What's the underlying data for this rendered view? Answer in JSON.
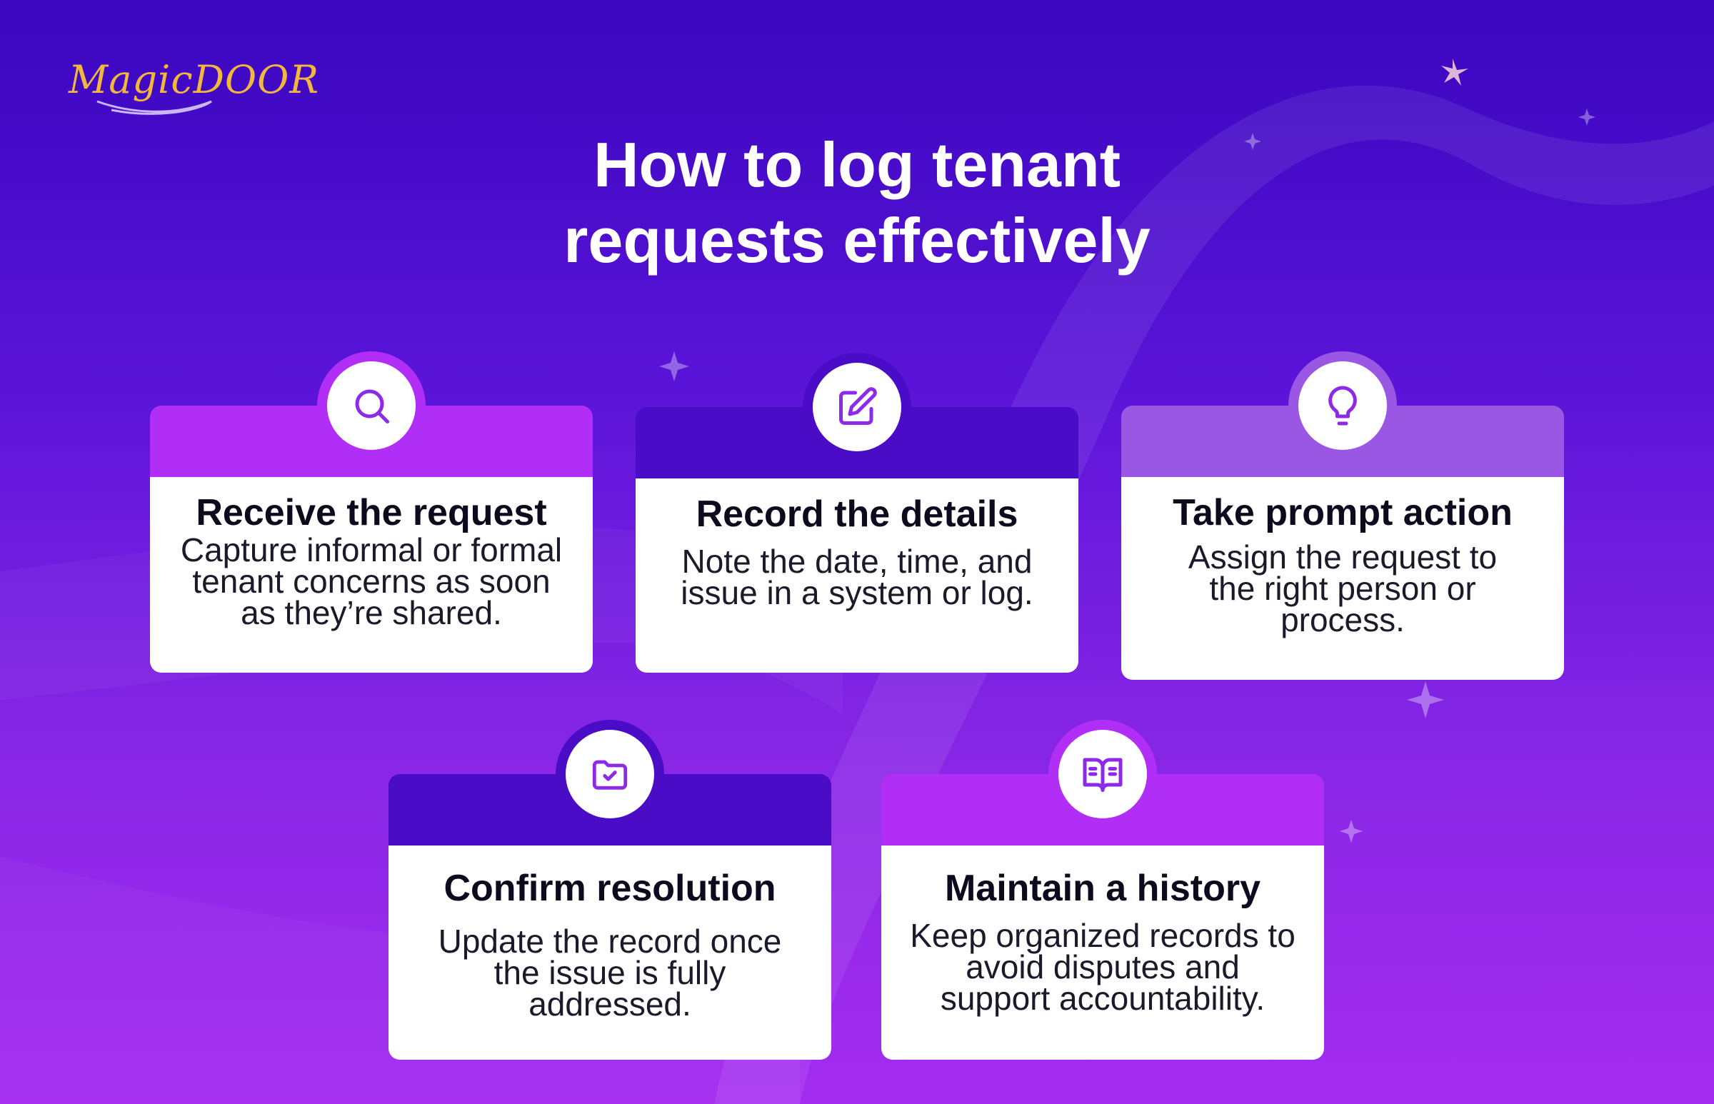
{
  "brand": {
    "logo_text": "MagicDOOR"
  },
  "title": {
    "line1": "How to log tenant",
    "line2": "requests effectively"
  },
  "colors": {
    "magenta": "#b02ef6",
    "indigo": "#4a0cc6",
    "lavender": "#9a57e3",
    "icon_stroke": "#8d2ae8"
  },
  "steps": [
    {
      "icon": "search-icon",
      "title": "Receive the request",
      "description": "Capture informal or formal tenant concerns as soon as they’re shared."
    },
    {
      "icon": "edit-icon",
      "title": "Record the details",
      "description": "Note the date, time, and issue in a system or log."
    },
    {
      "icon": "lightbulb-icon",
      "title": "Take prompt action",
      "description": "Assign the request to the right person or process."
    },
    {
      "icon": "folder-check-icon",
      "title": "Confirm resolution",
      "description": "Update the record once the issue is fully addressed."
    },
    {
      "icon": "open-book-icon",
      "title": "Maintain a history",
      "description": "Keep organized records to avoid disputes and support accountability."
    }
  ]
}
